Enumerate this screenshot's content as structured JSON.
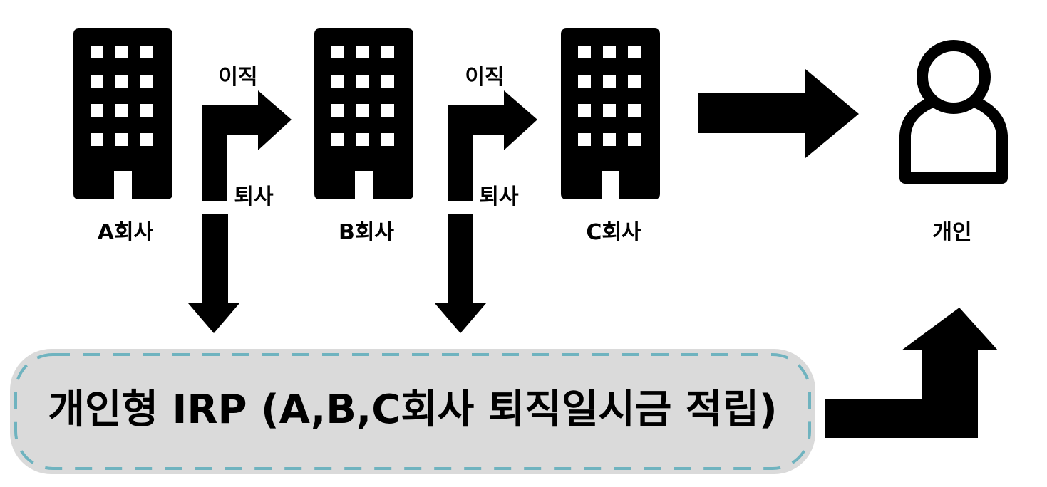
{
  "companies": [
    {
      "id": "a",
      "label": "A회사"
    },
    {
      "id": "b",
      "label": "B회사"
    },
    {
      "id": "c",
      "label": "C회사"
    }
  ],
  "person": {
    "label": "개인"
  },
  "transitions": [
    {
      "up_label": "이직",
      "down_label": "퇴사"
    },
    {
      "up_label": "이직",
      "down_label": "퇴사"
    }
  ],
  "irp": {
    "label": "개인형 IRP (A,B,C회사 퇴직일시금 적립)"
  },
  "colors": {
    "ink": "#000000",
    "box_fill": "#dadada",
    "dash": "#6fb3bf",
    "background": "#ffffff"
  },
  "icons": [
    "building-icon",
    "person-icon",
    "arrow-right-icon",
    "arrow-up-icon",
    "arrow-down-icon"
  ]
}
